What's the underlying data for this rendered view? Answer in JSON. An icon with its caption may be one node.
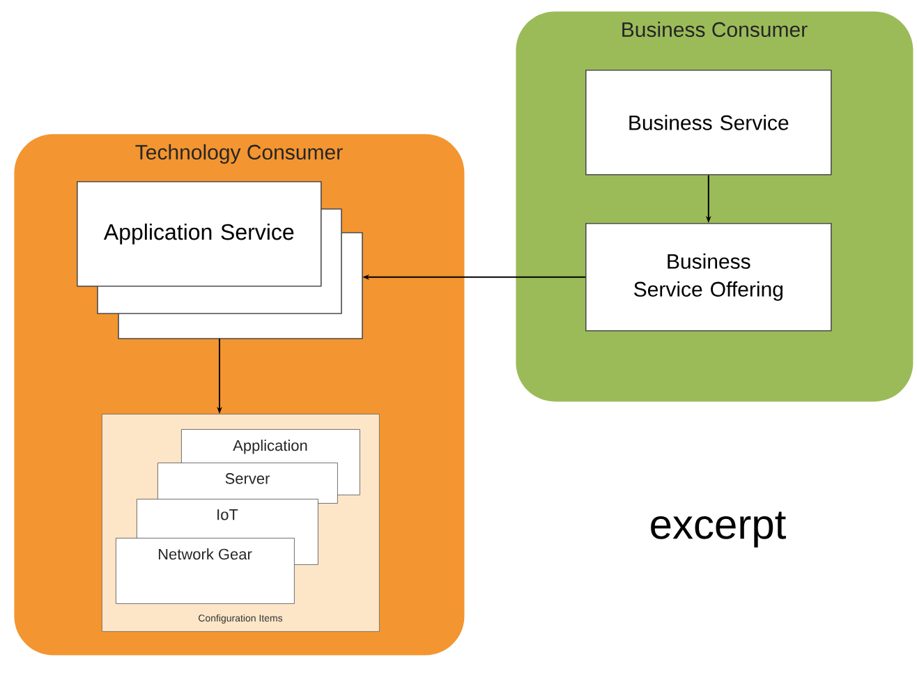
{
  "diagram": {
    "nodes": [
      {
        "text": [
          "Technology Consumer"
        ]
      },
      {
        "text": [
          "Application Service"
        ],
        "in": 0
      },
      {
        "text": [
          "Configuration Items"
        ],
        "in": 0
      },
      {
        "text": [
          "Application"
        ],
        "in": 2
      },
      {
        "text": [
          "Server"
        ],
        "in": 2
      },
      {
        "text": [
          "IoT"
        ],
        "in": 2
      },
      {
        "text": [
          "Network Gear"
        ],
        "in": 2
      },
      {
        "text": [
          "Business Consumer"
        ]
      },
      {
        "text": [
          "Business Service"
        ],
        "in": 7
      },
      {
        "text": [
          "Business Service Offering"
        ],
        "in": 7
      }
    ],
    "edges": [
      {
        "from": 8,
        "to": 9,
        "arrow": "to"
      },
      {
        "from": 9,
        "to": 1,
        "arrow": "to"
      },
      {
        "from": 1,
        "to": 2,
        "arrow": "to"
      }
    ],
    "labels": [
      "excerpt"
    ]
  }
}
